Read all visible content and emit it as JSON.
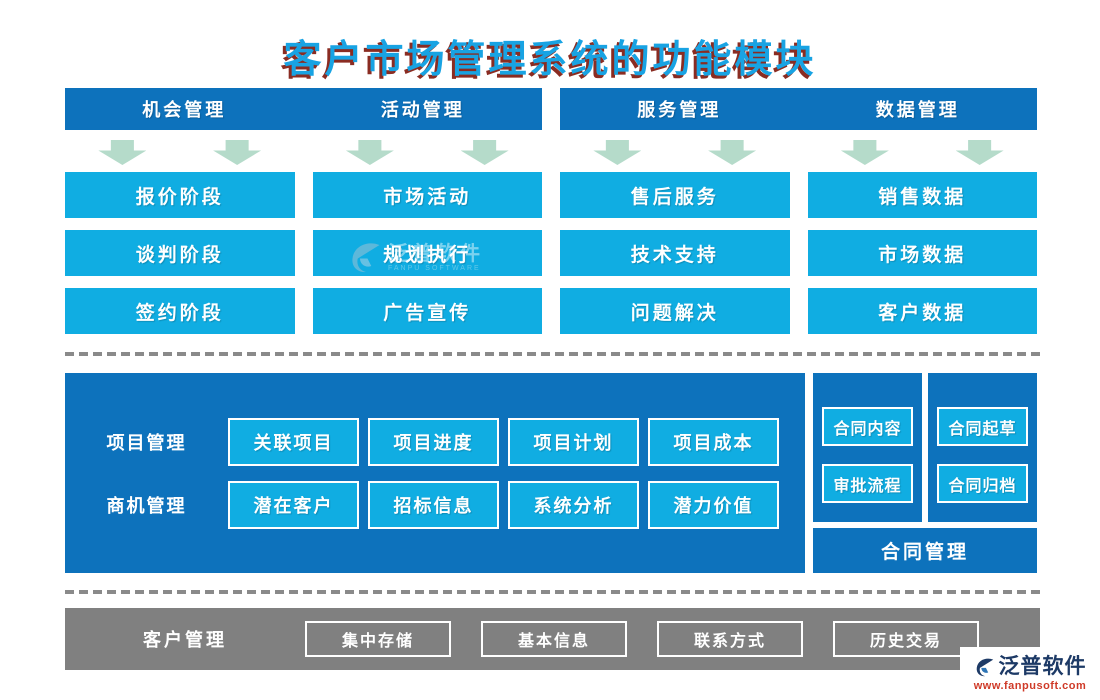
{
  "title": {
    "text": "客户市场管理系统的功能模块"
  },
  "top": {
    "headers": [
      {
        "labels": [
          "机会管理",
          "活动管理"
        ]
      },
      {
        "labels": [
          "服务管理",
          "数据管理"
        ]
      }
    ],
    "columns": [
      {
        "boxes": [
          "报价阶段",
          "谈判阶段",
          "签约阶段"
        ]
      },
      {
        "boxes": [
          "市场活动",
          "规划执行",
          "广告宣传"
        ]
      },
      {
        "boxes": [
          "售后服务",
          "技术支持",
          "问题解决"
        ]
      },
      {
        "boxes": [
          "销售数据",
          "市场数据",
          "客户数据"
        ]
      }
    ]
  },
  "middle": {
    "rows": [
      {
        "label": "项目管理",
        "boxes": [
          "关联项目",
          "项目进度",
          "项目计划",
          "项目成本"
        ]
      },
      {
        "label": "商机管理",
        "boxes": [
          "潜在客户",
          "招标信息",
          "系统分析",
          "潜力价值"
        ]
      }
    ],
    "contract": {
      "left_boxes": [
        "合同内容",
        "审批流程"
      ],
      "right_boxes": [
        "合同起草",
        "合同归档"
      ],
      "footer": "合同管理"
    }
  },
  "bottom": {
    "label": "客户管理",
    "boxes": [
      "集中存储",
      "基本信息",
      "联系方式",
      "历史交易"
    ]
  },
  "watermark": {
    "text": "泛普软件",
    "subtext": "FANPU SOFTWARE"
  },
  "logo": {
    "name": "泛普软件",
    "url": "www.fanpusoft.com"
  },
  "colors": {
    "header_blue": "#0d72bc",
    "box_cyan": "#10ade2",
    "arrow_green": "#b5dbca",
    "gray_bar": "#808080",
    "title_blue": "#18a3e3",
    "title_shadow": "#8a2c22",
    "logo_navy": "#1d3a66",
    "logo_red": "#cf3a28"
  }
}
